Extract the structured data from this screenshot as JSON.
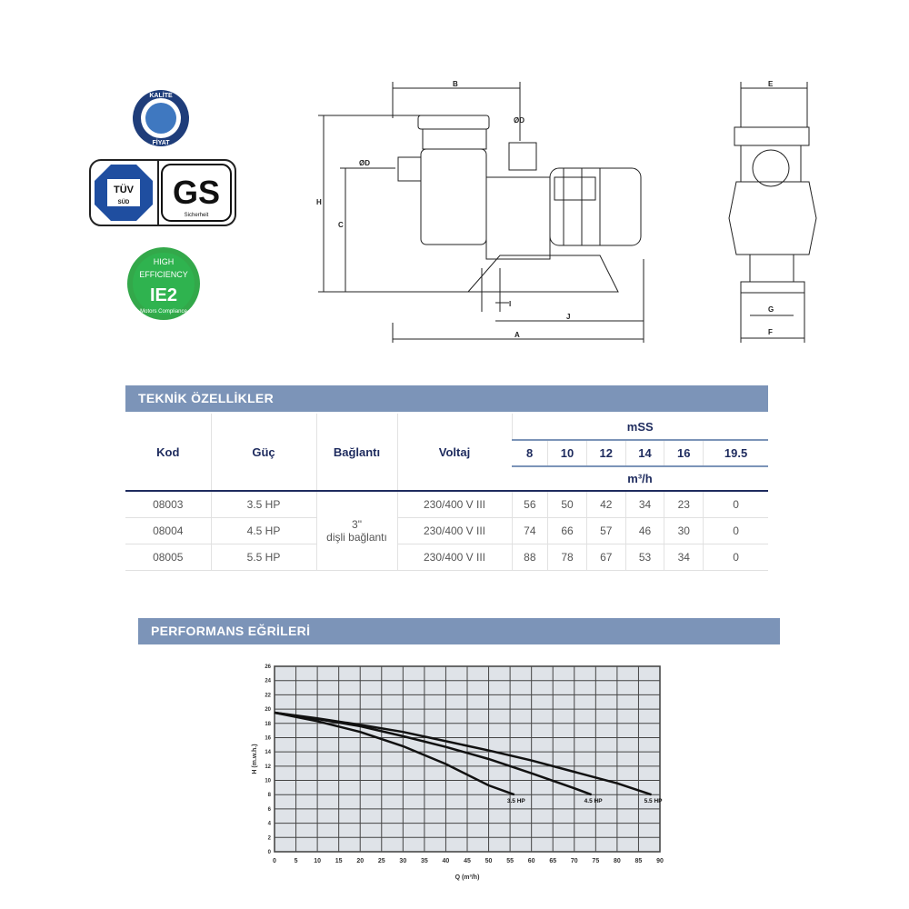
{
  "logos": {
    "quality": "KALİTE FİYAT",
    "tuv": "TÜV SÜD",
    "gs": "GS geprüfte Sicherheit",
    "ie2": "HIGH EFFICIENCY IE2 Motors Compliance"
  },
  "drawing": {
    "labels": {
      "a": "A",
      "b": "B",
      "c": "C",
      "d1": "ØD",
      "d2": "ØD",
      "h": "H",
      "i": "I",
      "j": "J",
      "e": "E",
      "f": "F",
      "g": "G"
    }
  },
  "specs": {
    "title": "TEKNİK ÖZELLİKLER",
    "headers": {
      "kod": "Kod",
      "guc": "Güç",
      "baglanti": "Bağlantı",
      "voltaj": "Voltaj",
      "mss": "mSS",
      "flow_unit": "m³/h"
    },
    "heads": [
      "8",
      "10",
      "12",
      "14",
      "16",
      "19.5"
    ],
    "connection_line1": "3\"",
    "connection_line2": "dişli bağlantı",
    "rows": [
      {
        "kod": "08003",
        "guc": "3.5 HP",
        "voltaj": "230/400 V III",
        "flows": [
          "56",
          "50",
          "42",
          "34",
          "23",
          "0"
        ]
      },
      {
        "kod": "08004",
        "guc": "4.5 HP",
        "voltaj": "230/400 V III",
        "flows": [
          "74",
          "66",
          "57",
          "46",
          "30",
          "0"
        ]
      },
      {
        "kod": "08005",
        "guc": "5.5 HP",
        "voltaj": "230/400 V III",
        "flows": [
          "88",
          "78",
          "67",
          "53",
          "34",
          "0"
        ]
      }
    ]
  },
  "performance": {
    "title": "PERFORMANS EĞRİLERİ"
  },
  "chart_data": {
    "type": "line",
    "xlabel": "Q (m³/h)",
    "ylabel": "H (m.w.h.)",
    "xlim": [
      0,
      90
    ],
    "ylim": [
      0,
      26
    ],
    "xstep": 5,
    "ystep": 2,
    "grid": true,
    "series": [
      {
        "name": "3.5 HP",
        "points": [
          [
            0,
            19.5
          ],
          [
            10,
            18.3
          ],
          [
            20,
            16.8
          ],
          [
            30,
            14.8
          ],
          [
            40,
            12.3
          ],
          [
            50,
            9.3
          ],
          [
            56,
            8
          ]
        ]
      },
      {
        "name": "4.5 HP",
        "points": [
          [
            0,
            19.5
          ],
          [
            10,
            18.6
          ],
          [
            20,
            17.6
          ],
          [
            30,
            16.2
          ],
          [
            40,
            14.7
          ],
          [
            50,
            13
          ],
          [
            60,
            11
          ],
          [
            70,
            8.9
          ],
          [
            74,
            8
          ]
        ]
      },
      {
        "name": "5.5 HP",
        "points": [
          [
            0,
            19.5
          ],
          [
            10,
            18.7
          ],
          [
            20,
            17.8
          ],
          [
            30,
            16.8
          ],
          [
            40,
            15.5
          ],
          [
            50,
            14.2
          ],
          [
            60,
            12.8
          ],
          [
            70,
            11.2
          ],
          [
            80,
            9.6
          ],
          [
            88,
            8
          ]
        ]
      }
    ]
  }
}
